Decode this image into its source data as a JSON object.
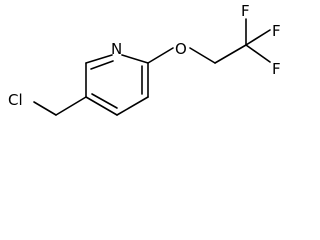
{
  "molecule": {
    "atoms": {
      "nitrogen": "N",
      "oxygen": "O",
      "chlorine": "Cl",
      "fluorine_1": "F",
      "fluorine_2": "F",
      "fluorine_3": "F"
    },
    "colors": {
      "bond": "#000000",
      "label": "#000000",
      "background": "#ffffff"
    }
  }
}
